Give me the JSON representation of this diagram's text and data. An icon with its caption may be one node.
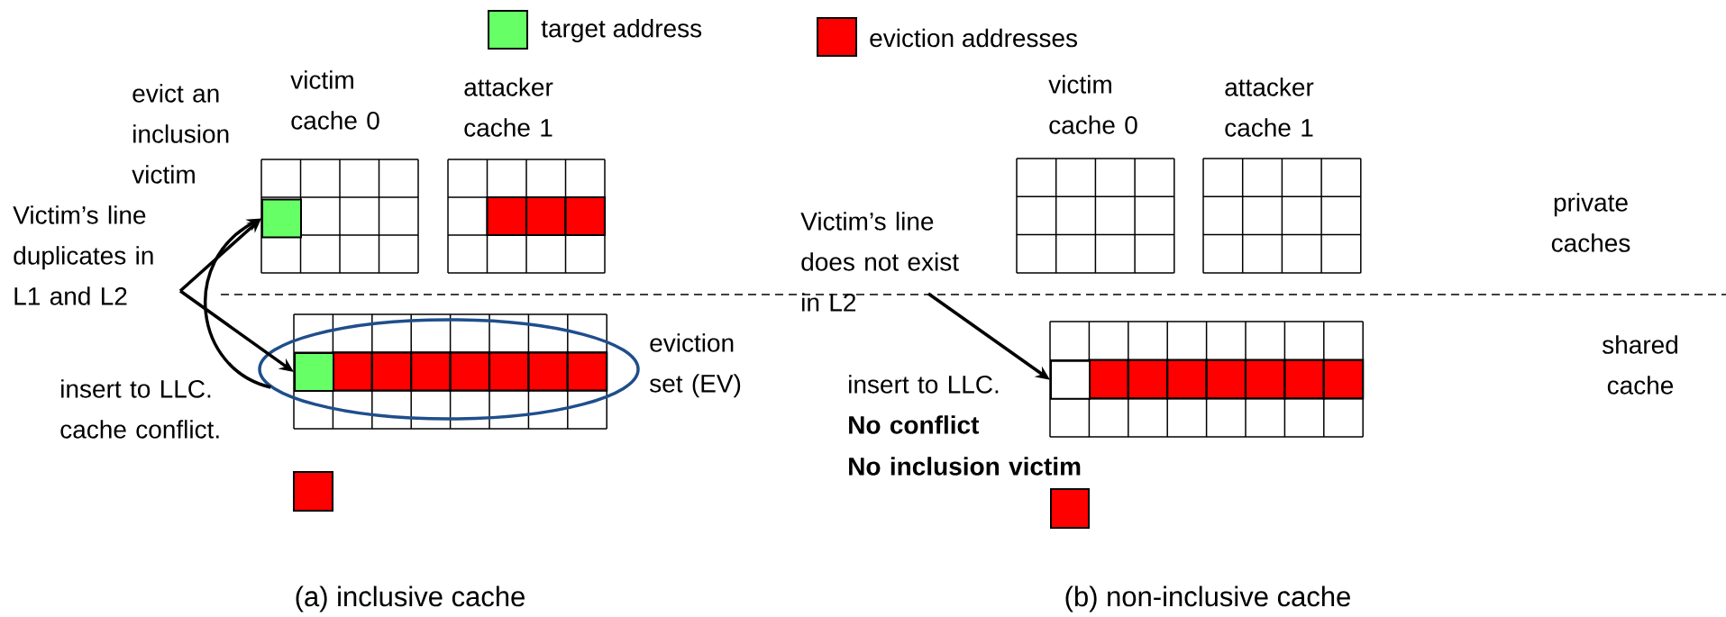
{
  "diagram": {
    "nodes": [
      {
        "text": [
          "Victim’s line duplicates in L1 and L2"
        ]
      },
      {
        "text": [],
        "shape": "box"
      },
      {
        "text": [],
        "shape": "ellipse",
        "beside": [
          "eviction set (EV)"
        ]
      },
      {
        "text": [],
        "shape": "box",
        "in": 2
      },
      {
        "text": [
          "Victim’s line does not exist in L2"
        ]
      },
      {
        "text": [],
        "shape": "box"
      }
    ],
    "edges": [
      {
        "from": 0,
        "to": 1,
        "arrow": "to"
      },
      {
        "from": 0,
        "to": 3,
        "arrow": "to"
      },
      {
        "from": 2,
        "to": 1,
        "arrow": "to"
      },
      {
        "from": 4,
        "to": 5,
        "arrow": "to"
      }
    ],
    "labels": [
      "victim cache 0",
      "attacker cache 1",
      "evict an inclusion victim",
      "insert to LLC. cache conflict.",
      "victim cache 0",
      "attacker cache 1",
      "private caches",
      "shared cache",
      "insert to LLC.",
      "No conflict",
      "No inclusion victim",
      "(a) inclusive cache",
      "(b) non-inclusive cache"
    ],
    "legend": [
      {
        "text": "target address",
        "color": "#66ff66"
      },
      {
        "text": "eviction addresses",
        "color": "#ff0000"
      }
    ]
  }
}
